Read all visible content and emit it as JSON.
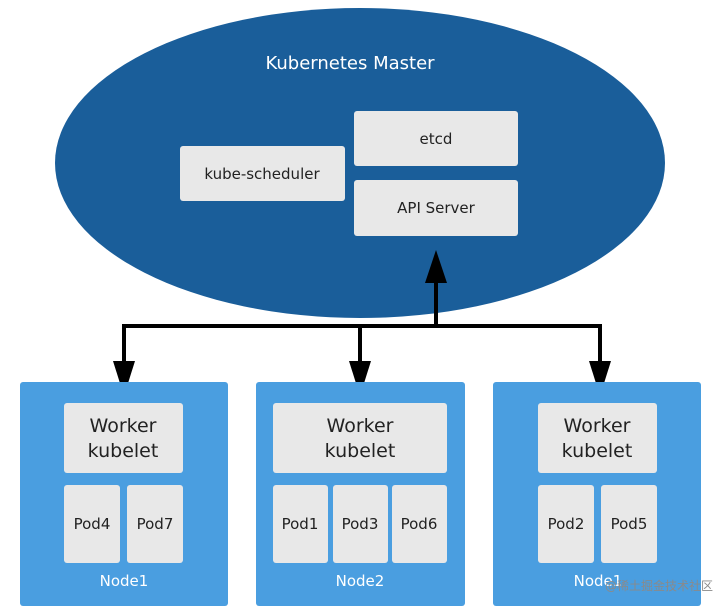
{
  "master": {
    "title": "Kubernetes Master",
    "components": {
      "scheduler": "kube-scheduler",
      "etcd": "etcd",
      "api_server": "API Server"
    }
  },
  "nodes": [
    {
      "label": "Node1",
      "worker_line1": "Worker",
      "worker_line2": "kubelet",
      "pods": [
        "Pod4",
        "Pod7"
      ]
    },
    {
      "label": "Node2",
      "worker_line1": "Worker",
      "worker_line2": "kubelet",
      "pods": [
        "Pod1",
        "Pod3",
        "Pod6"
      ]
    },
    {
      "label": "Node1",
      "worker_line1": "Worker",
      "worker_line2": "kubelet",
      "pods": [
        "Pod2",
        "Pod5"
      ]
    }
  ],
  "watermark": "@稀土掘金技术社区",
  "colors": {
    "master": "#1a5e9a",
    "node": "#4a9ee0",
    "component": "#e8e8e8",
    "connector": "#000000"
  }
}
